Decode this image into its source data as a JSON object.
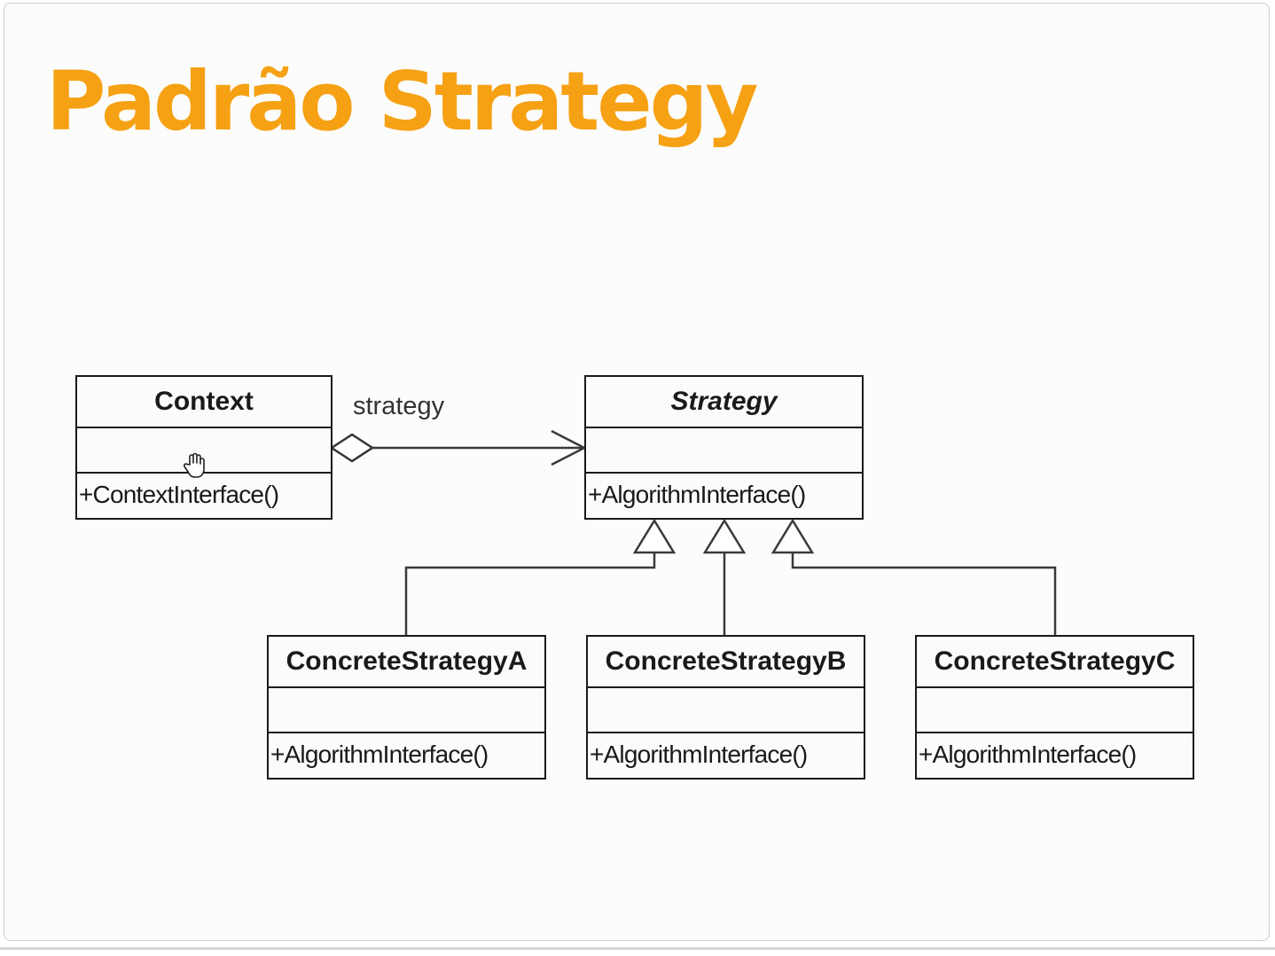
{
  "slide": {
    "title": "Padrão Strategy",
    "title_color": "#f6a114"
  },
  "diagram": {
    "classes": {
      "context": {
        "name": "Context",
        "operation": "+ContextInterface()"
      },
      "strategy": {
        "name": "Strategy",
        "abstract": true,
        "operation": "+AlgorithmInterface()"
      },
      "concrete_a": {
        "name": "ConcreteStrategyA",
        "operation": "+AlgorithmInterface()"
      },
      "concrete_b": {
        "name": "ConcreteStrategyB",
        "operation": "+AlgorithmInterface()"
      },
      "concrete_c": {
        "name": "ConcreteStrategyC",
        "operation": "+AlgorithmInterface()"
      }
    },
    "association": {
      "label": "strategy",
      "kind": "aggregation"
    },
    "generalizations": [
      "ConcreteStrategyA",
      "ConcreteStrategyB",
      "ConcreteStrategyC"
    ]
  },
  "icons": {
    "cursor": "hand-pointer-icon"
  }
}
